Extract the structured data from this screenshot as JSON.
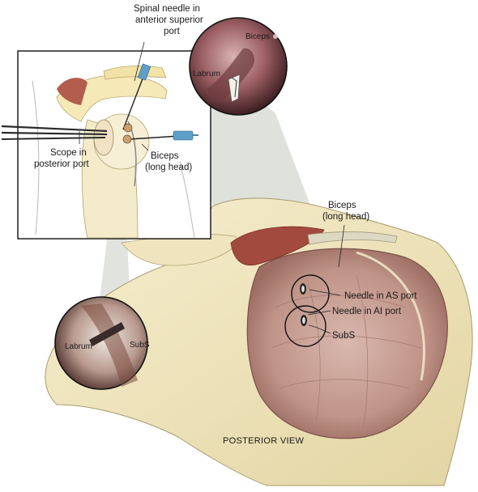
{
  "labels": {
    "spinal_needle": [
      "Spinal needle in",
      "anterior superior",
      "port"
    ],
    "scope_port": [
      "Scope in",
      "posterior port"
    ],
    "biceps_inset": [
      "Biceps",
      "(long head)"
    ],
    "biceps_main": [
      "Biceps",
      "(long head)"
    ],
    "needle_as": "Needle in AS port",
    "needle_ai": "Needle in AI port",
    "subs_main": "SubS",
    "view_caption": "POSTERIOR VIEW"
  },
  "top_circle": {
    "biceps": "Biceps",
    "labrum": "Labrum"
  },
  "bottom_circle": {
    "labrum": "Labrum",
    "subs": "SubS"
  },
  "colors": {
    "bone": "#f3e9c4",
    "bone_shadow": "#d9cc9a",
    "glenoid": "#c9a39a",
    "muscle": "#a34a3e",
    "needle": "#5d9fc9",
    "projection": "#c8ccc0"
  }
}
